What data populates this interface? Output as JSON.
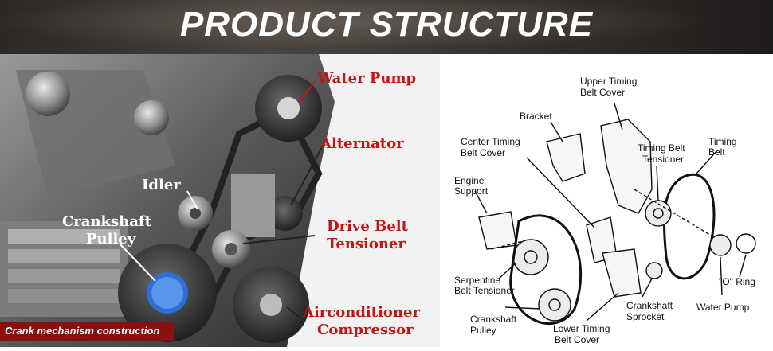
{
  "banner": {
    "title": "PRODUCT STRUCTURE"
  },
  "photo": {
    "labels": {
      "water_pump": "Water Pump",
      "alternator": "Alternator",
      "idler": "Idler",
      "crankshaft_pulley_1": "Crankshaft",
      "crankshaft_pulley_2": "Pulley",
      "drive_belt_tensioner_1": "Drive Belt",
      "drive_belt_tensioner_2": "Tensioner",
      "aircon_1": "Airconditioner",
      "aircon_2": "Compressor"
    },
    "caption": "Crank mechanism construction"
  },
  "diagram": {
    "labels": {
      "upper_timing_1": "Upper Timing",
      "upper_timing_2": "Belt Cover",
      "bracket": "Bracket",
      "center_timing_1": "Center Timing",
      "center_timing_2": "Belt Cover",
      "timing_belt_1": "Timing",
      "timing_belt_2": "Belt",
      "timing_tensioner_1": "Timing Belt",
      "timing_tensioner_2": "Tensioner",
      "engine_support_1": "Engine",
      "engine_support_2": "Support",
      "serpentine_1": "Serpentine",
      "serpentine_2": "Belt Tensioner",
      "o_ring": "\"O\" Ring",
      "crank_sprocket_1": "Crankshaft",
      "crank_sprocket_2": "Sprocket",
      "water_pump": "Water Pump",
      "crank_pulley_1": "Crankshaft",
      "crank_pulley_2": "Pulley",
      "lower_timing_1": "Lower Timing",
      "lower_timing_2": "Belt Cover"
    }
  }
}
